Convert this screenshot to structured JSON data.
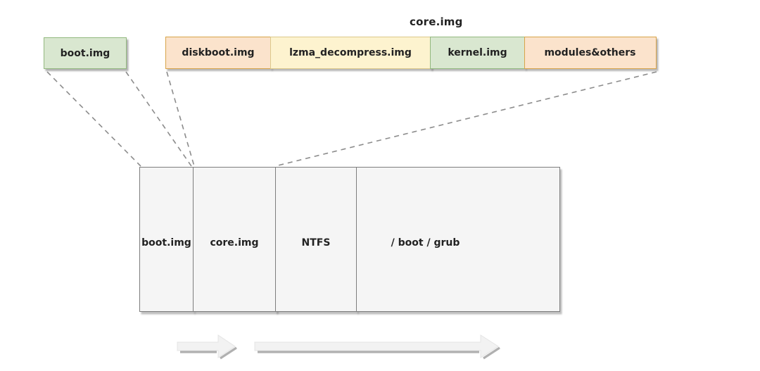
{
  "title": {
    "core_img_label": "core.img"
  },
  "boot_box": {
    "label": "boot.img"
  },
  "core_bar": {
    "segments": [
      {
        "label": "diskboot.img",
        "color_key": "peach"
      },
      {
        "label": "lzma_decompress.img",
        "color_key": "yellow"
      },
      {
        "label": "kernel.img",
        "color_key": "green"
      },
      {
        "label": "modules&others",
        "color_key": "peach"
      }
    ]
  },
  "disk_row": {
    "segments": [
      {
        "label": "boot.img"
      },
      {
        "label": "core.img"
      },
      {
        "label": "NTFS"
      },
      {
        "label": "/ boot / grub"
      }
    ]
  },
  "colors": {
    "green_fill": "#d9e7d0",
    "green_border": "#93b97f",
    "peach_fill": "#fbe3cc",
    "peach_border": "#d8a44a",
    "yellow_fill": "#fdf3cf",
    "yellow_border": "#dcc88a",
    "disk_fill": "#f5f5f5",
    "disk_border": "#7d7d7d",
    "dashed_line": "#8c8c8c",
    "arrow_fill": "#f2f2f2",
    "arrow_edge": "#e4e4e4",
    "arrow_shadow": "#b0b0b0",
    "text": "#222222"
  }
}
